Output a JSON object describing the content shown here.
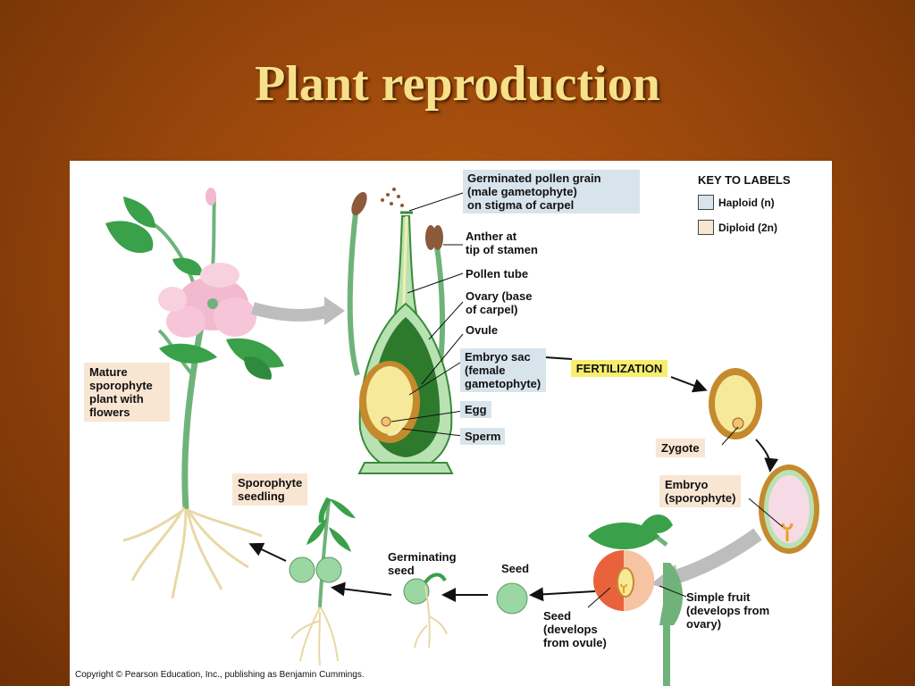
{
  "slide": {
    "title": "Plant reproduction"
  },
  "key": {
    "title": "KEY TO LABELS",
    "haploid_label": "Haploid (n)",
    "diploid_label": "Diploid (2n)",
    "haploid_color": "#d8e4ec",
    "diploid_color": "#f9e6d2"
  },
  "labels": {
    "germinated_pollen": "Germinated pollen grain\n(male gametophyte)\non stigma of carpel",
    "anther": "Anther at\ntip of stamen",
    "pollen_tube": "Pollen tube",
    "ovary": "Ovary (base\nof carpel)",
    "ovule": "Ovule",
    "embryo_sac": "Embryo sac\n(female\ngametophyte)",
    "egg": "Egg",
    "sperm": "Sperm",
    "fertilization": "FERTILIZATION",
    "mature_sporophyte": "Mature\nsporophyte\nplant with\nflowers",
    "zygote": "Zygote",
    "embryo": "Embryo\n(sporophyte)",
    "sporophyte_seedling": "Sporophyte\nseedling",
    "germinating_seed": "Germinating\nseed",
    "seed": "Seed",
    "seed_develops": "Seed\n(develops\nfrom ovule)",
    "simple_fruit": "Simple fruit\n(develops from\novary)"
  },
  "copyright": "Copyright © Pearson Education, Inc., publishing as Benjamin Cummings."
}
